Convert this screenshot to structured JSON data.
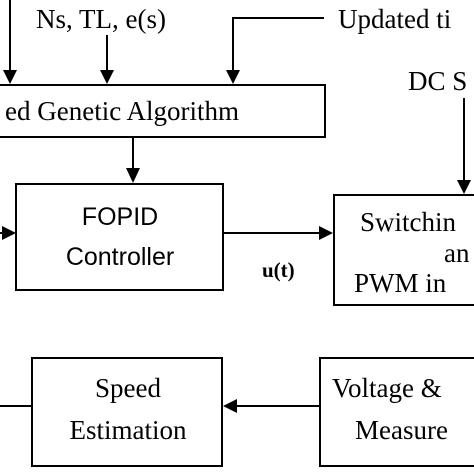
{
  "inputs": {
    "ns_tl_es": "Ns, TL, e(s)",
    "updated_label": "Updated ti"
  },
  "ga_block": {
    "label": "ed Genetic Algorithm"
  },
  "dc_label": "DC S",
  "fopid_block": {
    "line1": "FOPID",
    "line2": "Controller"
  },
  "signal_label": "u(t)",
  "switching_block": {
    "line1": "Switchin",
    "line2": "an",
    "line3": "PWM in"
  },
  "speed_block": {
    "line1": "Speed",
    "line2": "Estimation"
  },
  "voltage_block": {
    "line1": "Voltage &",
    "line2": "Measure"
  },
  "colors": {
    "stroke": "#000000",
    "background": "#ffffff"
  }
}
